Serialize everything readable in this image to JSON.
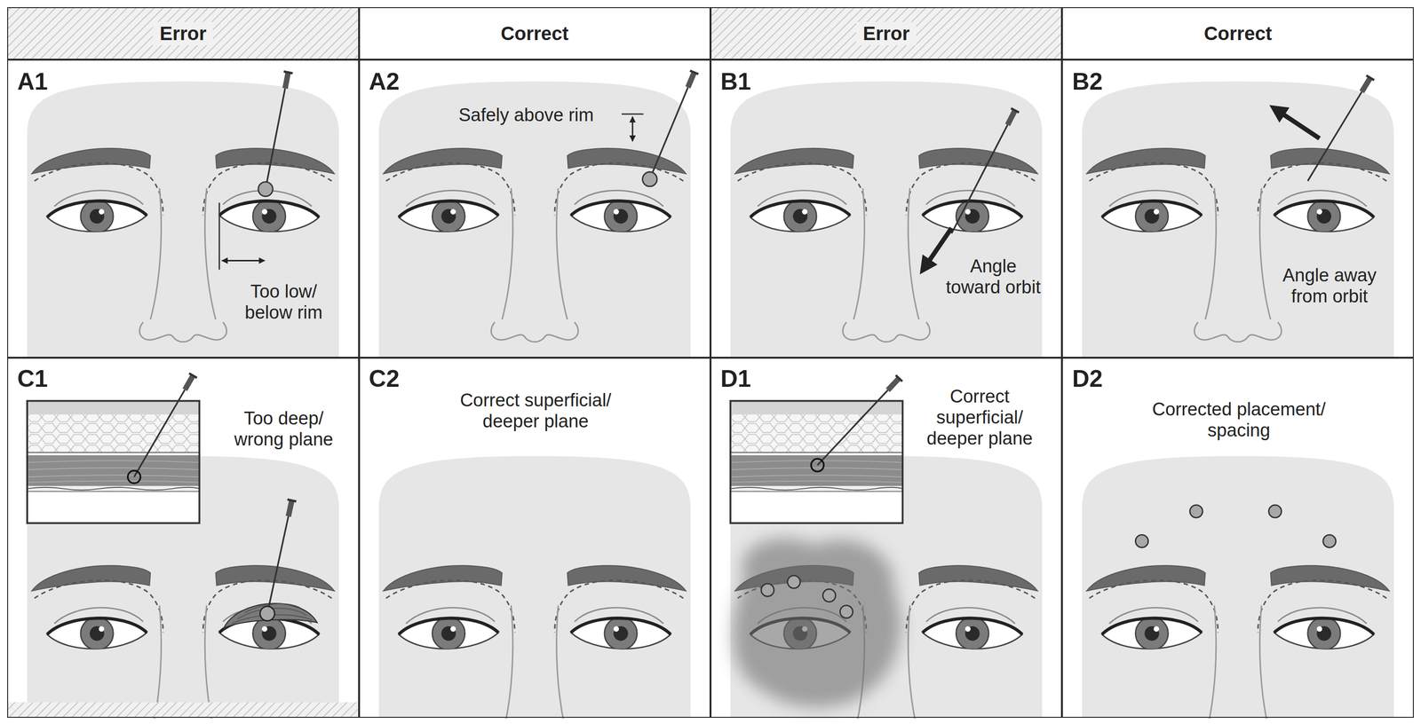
{
  "diagram": {
    "nodes": [
      {
        "text": [
          "Error"
        ]
      },
      {
        "text": [
          "Correct"
        ]
      },
      {
        "text": [
          "Error"
        ]
      },
      {
        "text": [
          "Correct"
        ]
      },
      {
        "text": [
          "A1",
          "Too low/ below rim"
        ]
      },
      {
        "text": [
          "A2",
          "Safely above rim"
        ]
      },
      {
        "text": [
          "B1",
          "Angle toward orbit"
        ]
      },
      {
        "text": [
          "B2",
          "Angle away from orbit"
        ]
      },
      {
        "text": [
          "C1",
          "Too deep/ wrong plane"
        ]
      },
      {
        "text": [
          "C2",
          "Correct superficial/ deeper plane"
        ]
      },
      {
        "text": [
          "D1",
          "Correct superficial/ deeper plane"
        ]
      },
      {
        "text": [
          "D2",
          "Corrected placement/ spacing"
        ]
      }
    ]
  }
}
